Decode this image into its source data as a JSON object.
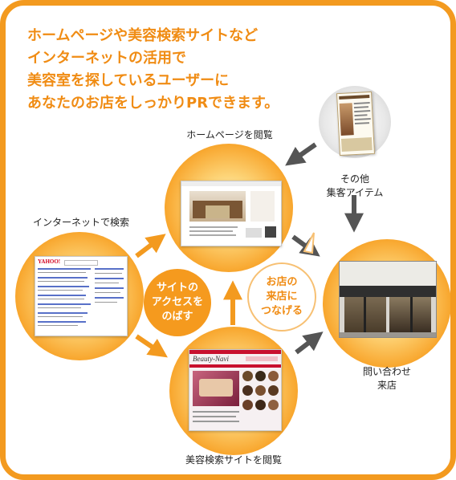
{
  "headline": [
    "ホームページや美容検索サイトなど",
    "インターネットの活用で",
    "美容室を探しているユーザーに",
    "あなたのお店をしっかりPRできます。"
  ],
  "labels": {
    "homepage": "ホームページを閲覧",
    "internet": "インターネットで検索",
    "beauty_site": "美容検索サイトを閲覧",
    "other_items": [
      "その他",
      "集客アイテム"
    ],
    "inquiry": [
      "問い合わせ",
      "来店"
    ]
  },
  "bubbles": {
    "access": [
      "サイトの",
      "アクセスを",
      "のばす"
    ],
    "visit": [
      "お店の",
      "来店に",
      "つなげる"
    ]
  },
  "screenshots": {
    "yahoo_logo": "YAHOO!",
    "beauty_navi_title": "Beauty-Navi"
  },
  "colors": {
    "frame": "#f39a1f",
    "headline": "#f08c14",
    "arrow_orange": "#f39a1f",
    "arrow_gray": "#555555"
  }
}
